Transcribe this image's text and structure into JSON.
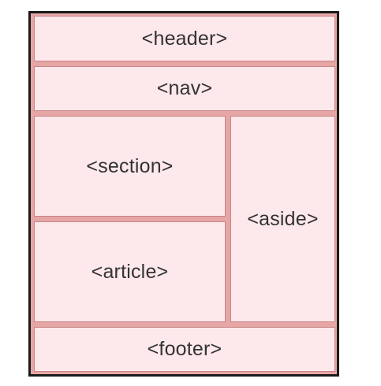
{
  "layout_diagram": {
    "header": "<header>",
    "nav": "<nav>",
    "section": "<section>",
    "article": "<article>",
    "aside": "<aside>",
    "footer": "<footer>"
  },
  "colors": {
    "box_fill": "#fde8ec",
    "gutter": "#e6a6a6",
    "frame_border": "#1a1a1a",
    "text": "#333333"
  }
}
